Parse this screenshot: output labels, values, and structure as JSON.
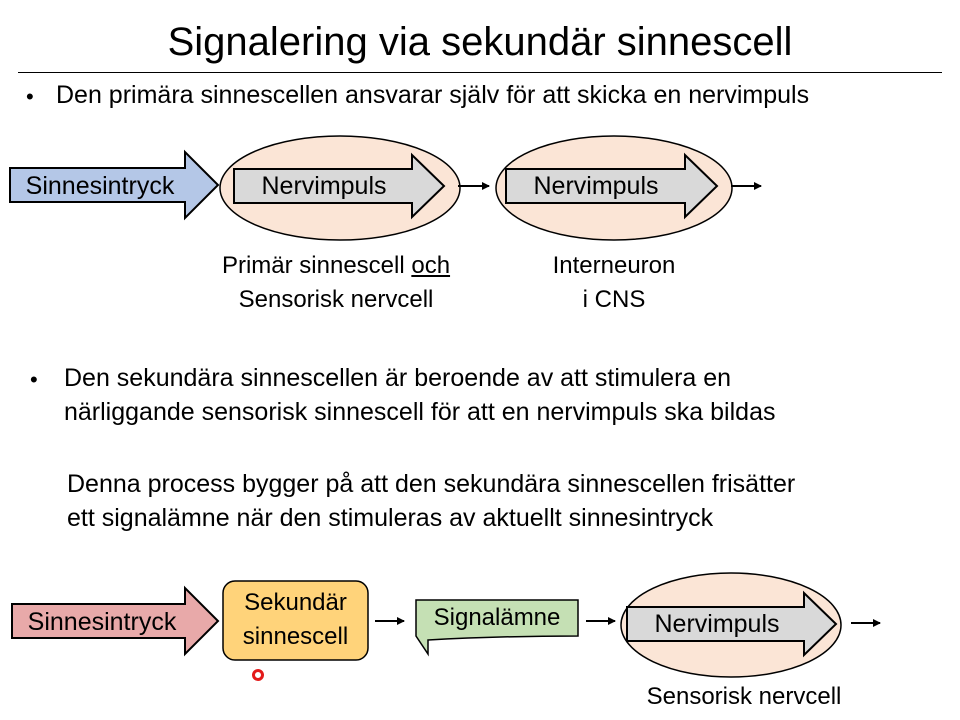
{
  "slide": {
    "title": "Signalering via sekundär sinnescell",
    "bullet1": "Den primära sinnescellen ansvarar själv för att skicka en nervimpuls",
    "bullet2_line1": "Den sekundära sinnescellen är beroende av att stimulera en",
    "bullet2_line2": "närliggande sensorisk sinnescell för att en nervimpuls ska bildas",
    "para_line1": "Denna process bygger på att den sekundära sinnescellen frisätter",
    "para_line2": "ett signalämne när den stimuleras av aktuellt sinnesintryck",
    "bullet_glyph": "•"
  },
  "diagram1": {
    "stimulus": "Sinnesintryck",
    "impulse1": "Nervimpuls",
    "impulse2": "Nervimpuls",
    "cell1_line1_a": "Primär sinnescell",
    "cell1_line1_b": "och",
    "cell1_line2": "Sensorisk nervcell",
    "cell2_line1": "Interneuron",
    "cell2_line2": "i CNS"
  },
  "diagram2": {
    "stimulus": "Sinnesintryck",
    "secondary_line1": "Sekundär",
    "secondary_line2": "sinnescell",
    "signal": "Signalämne",
    "impulse": "Nervimpuls",
    "cell_label": "Sensorisk nervcell"
  },
  "colors": {
    "stimulus_blue": "#b4c7e7",
    "stimulus_red": "#e8a9a9",
    "cell_fill": "#fbe5d6",
    "impulse_gray": "#d9d9d9",
    "secondary_yellow": "#ffd37a",
    "signal_green": "#c5e0b4",
    "laser_red": "#e31a1a"
  }
}
